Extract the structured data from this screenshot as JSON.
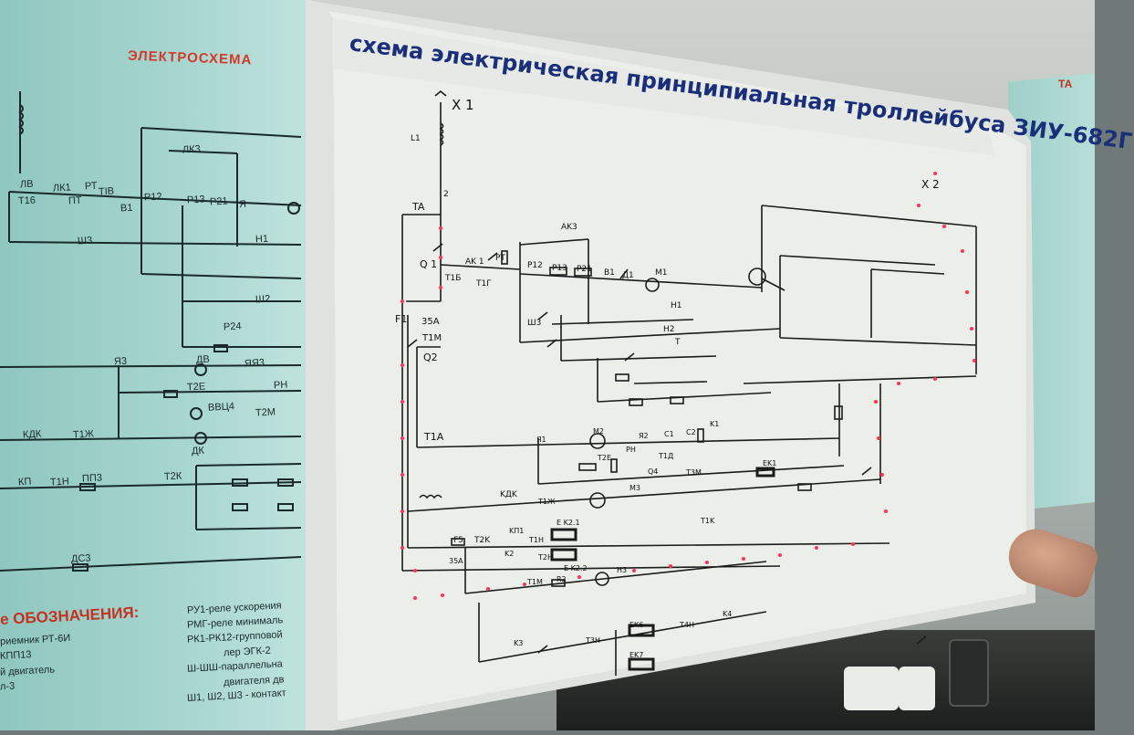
{
  "board": {
    "title": "схема электрическая принципиальная троллейбуса ЗИУ-682Г",
    "labels": {
      "x1": "X 1",
      "x2": "X 2",
      "l1": "L1",
      "ta": "TA",
      "n2": "2",
      "q1": "Q 1",
      "t1b": "T1Б",
      "ak1": "AK 1",
      "t1g": "T1Г",
      "rt": "PT",
      "r12": "P12",
      "r13": "P13",
      "r21": "P21",
      "v1": "B1",
      "d1": "Д1",
      "m1": "M1",
      "akz": "AK3",
      "sh": "Ш3",
      "n1": "H1",
      "n2b": "H2",
      "t": "T",
      "f1": "F1",
      "a35": "35A",
      "t1m": "T1M",
      "q2": "Q2",
      "t1a": "T1A",
      "m2": "M2",
      "ya1": "Я1",
      "ya2": "Я2",
      "c1": "C1",
      "c2": "C2",
      "k1": "K1",
      "t2e": "T2E",
      "rn": "PH",
      "t1d": "T1Д",
      "q4": "Q4",
      "t3m": "T3M",
      "ek1": "EK1",
      "kdk": "KДK",
      "t1zh": "T1Ж",
      "m3": "M3",
      "t1k": "T1K",
      "f5": "F5",
      "a35b": "35A",
      "t2k": "T2K",
      "kp1": "KП1",
      "t1n": "T1H",
      "ek21": "E K2.1",
      "k2": "K2",
      "t2n": "T2H",
      "ek22": "E K2.2",
      "t1m2": "T1M",
      "r2": "R2",
      "h3": "H3",
      "k3": "K3",
      "t3n": "T3H",
      "ek6": "EK6",
      "ek7": "EK7",
      "t4n": "T4H",
      "k4": "K4"
    }
  },
  "left_poster": {
    "title": "ЭЛЕКТРОСХЕМА",
    "legend": "е ОБОЗНАЧЕНИЯ:",
    "lines": [
      "риемник РТ-6И",
      "КПП13",
      "й двигатель",
      "л-3"
    ],
    "notes": [
      "РУ1-реле ускорения",
      "РМГ-реле минималь",
      "РК1-РК12-групповой",
      "лер ЭГК-2",
      "Ш-ШШ-параллельна",
      "двигателя дв",
      "Ш1, Ш2, Ш3 - контакт"
    ],
    "schematic_labels": [
      "ЛК3",
      "ЛВ",
      "ЛК1",
      "ПТ",
      "РТ",
      "ТIВ",
      "Р12",
      "Р13",
      "Р21",
      "Я",
      "Т16",
      "В1",
      "Ш3",
      "Н1",
      "Ш2",
      "Р24",
      "Я3",
      "ДВ",
      "ЯЯ3",
      "РН",
      "Т2Е",
      "ВВЦ4",
      "Т2М",
      "КДК",
      "Т1Ж",
      "ДК",
      "КП",
      "Т1Н",
      "ПП3",
      "Т2К",
      "ДС3"
    ]
  },
  "right_poster": {
    "title": "ТА"
  },
  "colors": {
    "board": "#e8ebe6",
    "title": "#1a2f7a",
    "leds": "#ff3355",
    "poster": "#a7d6cf"
  }
}
